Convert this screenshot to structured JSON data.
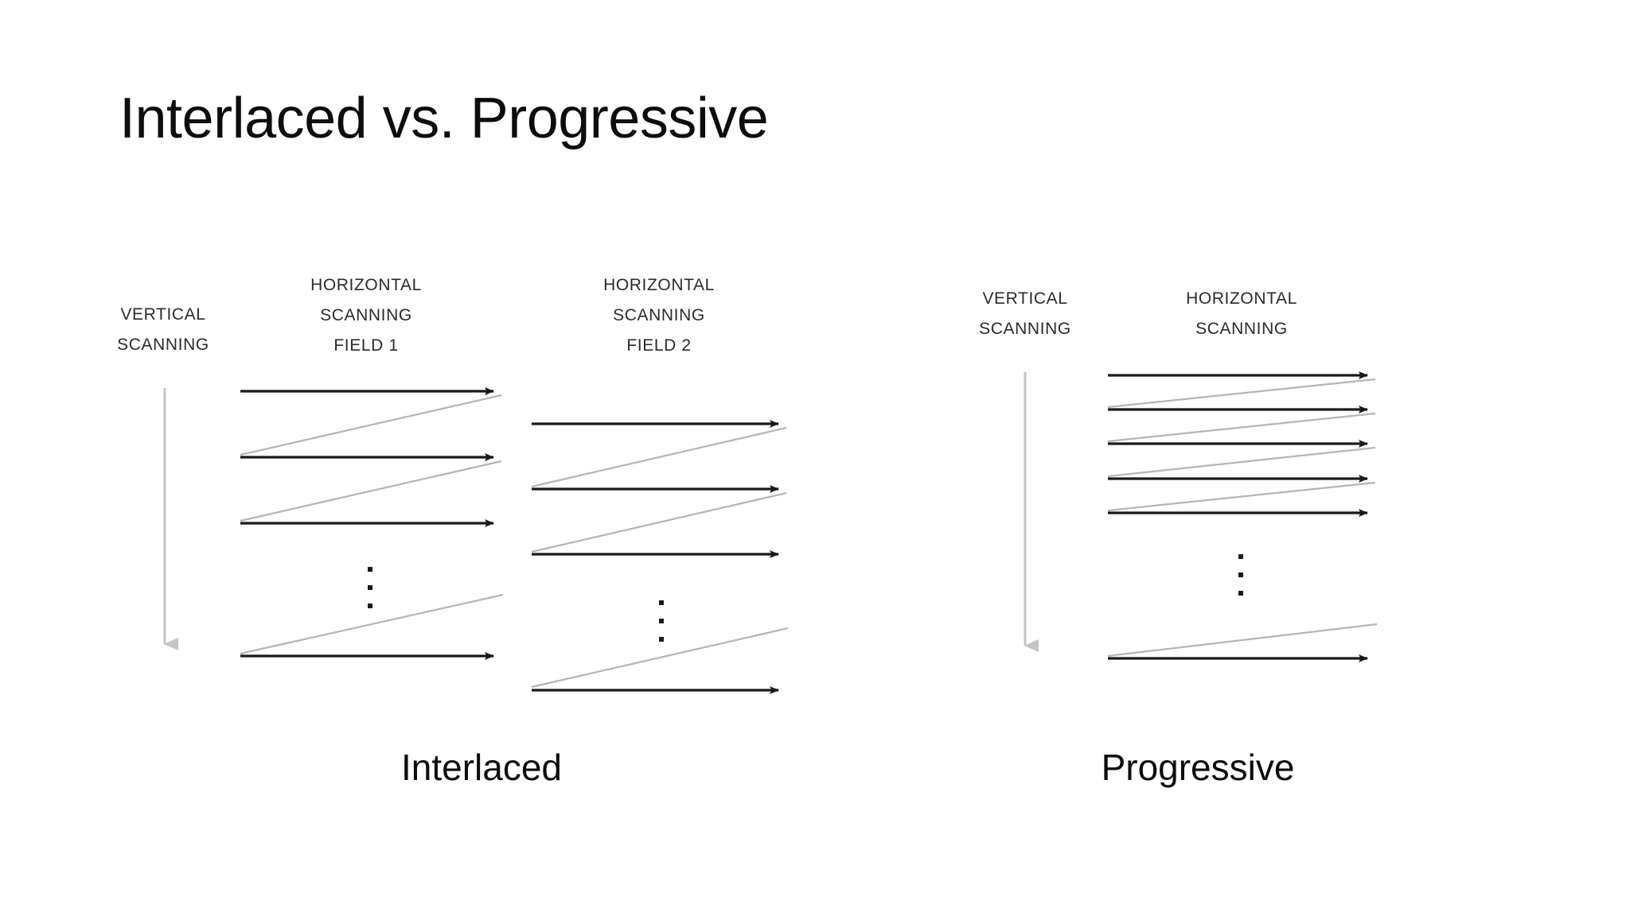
{
  "slide": {
    "title": "Interlaced vs. Progressive",
    "background_color": "#ffffff",
    "text_color": "#0d0d0d"
  },
  "colors": {
    "scan_line": "#1a1a1a",
    "retrace_line": "#b5b5b5",
    "vertical_arrow": "#c4c4c4",
    "label_text": "#2b2b2b",
    "dot": "#1a1a1a"
  },
  "diagrams": [
    {
      "id": "interlaced",
      "caption": "Interlaced",
      "vertical_label": {
        "lines": [
          "VERTICAL",
          "SCANNING"
        ]
      },
      "columns": [
        {
          "id": "field-1",
          "header_lines": [
            "HORIZONTAL",
            "SCANNING",
            "FIELD  1"
          ],
          "scan_line_count": 4,
          "ellipsis_dots": 3
        },
        {
          "id": "field-2",
          "header_lines": [
            "HORIZONTAL",
            "SCANNING",
            "FIELD  2"
          ],
          "scan_line_count": 4,
          "ellipsis_dots": 3
        }
      ]
    },
    {
      "id": "progressive",
      "caption": "Progressive",
      "vertical_label": {
        "lines": [
          "VERTICAL",
          "SCANNING"
        ]
      },
      "columns": [
        {
          "id": "progressive-field",
          "header_lines": [
            "HORIZONTAL",
            "SCANNING"
          ],
          "scan_line_count": 6,
          "ellipsis_dots": 3
        }
      ]
    }
  ]
}
